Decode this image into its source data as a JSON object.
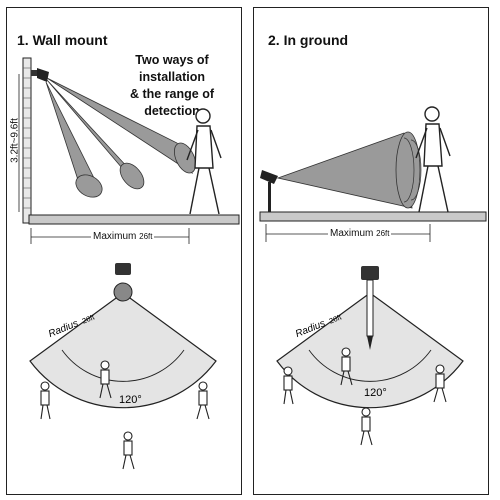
{
  "left_panel": {
    "title": "1. Wall mount",
    "note_line1": "Two ways of installation",
    "note_line2": "& the range of detection",
    "height_label": "3.2ft~9.6ft",
    "distance_label": "Maximum",
    "distance_value": "26ft",
    "radius_label": "Radius",
    "radius_value": "26ft",
    "angle_label": "120°"
  },
  "right_panel": {
    "title": "2. In ground",
    "distance_label": "Maximum",
    "distance_value": "26ft",
    "radius_label": "Radius",
    "radius_value": "26ft",
    "angle_label": "120°"
  },
  "colors": {
    "beam": "#9a9a9a",
    "beam_dark": "#6f6f6f",
    "ground": "#c9c9c9",
    "fan_fill": "#e4e4e4",
    "outline": "#222222"
  }
}
